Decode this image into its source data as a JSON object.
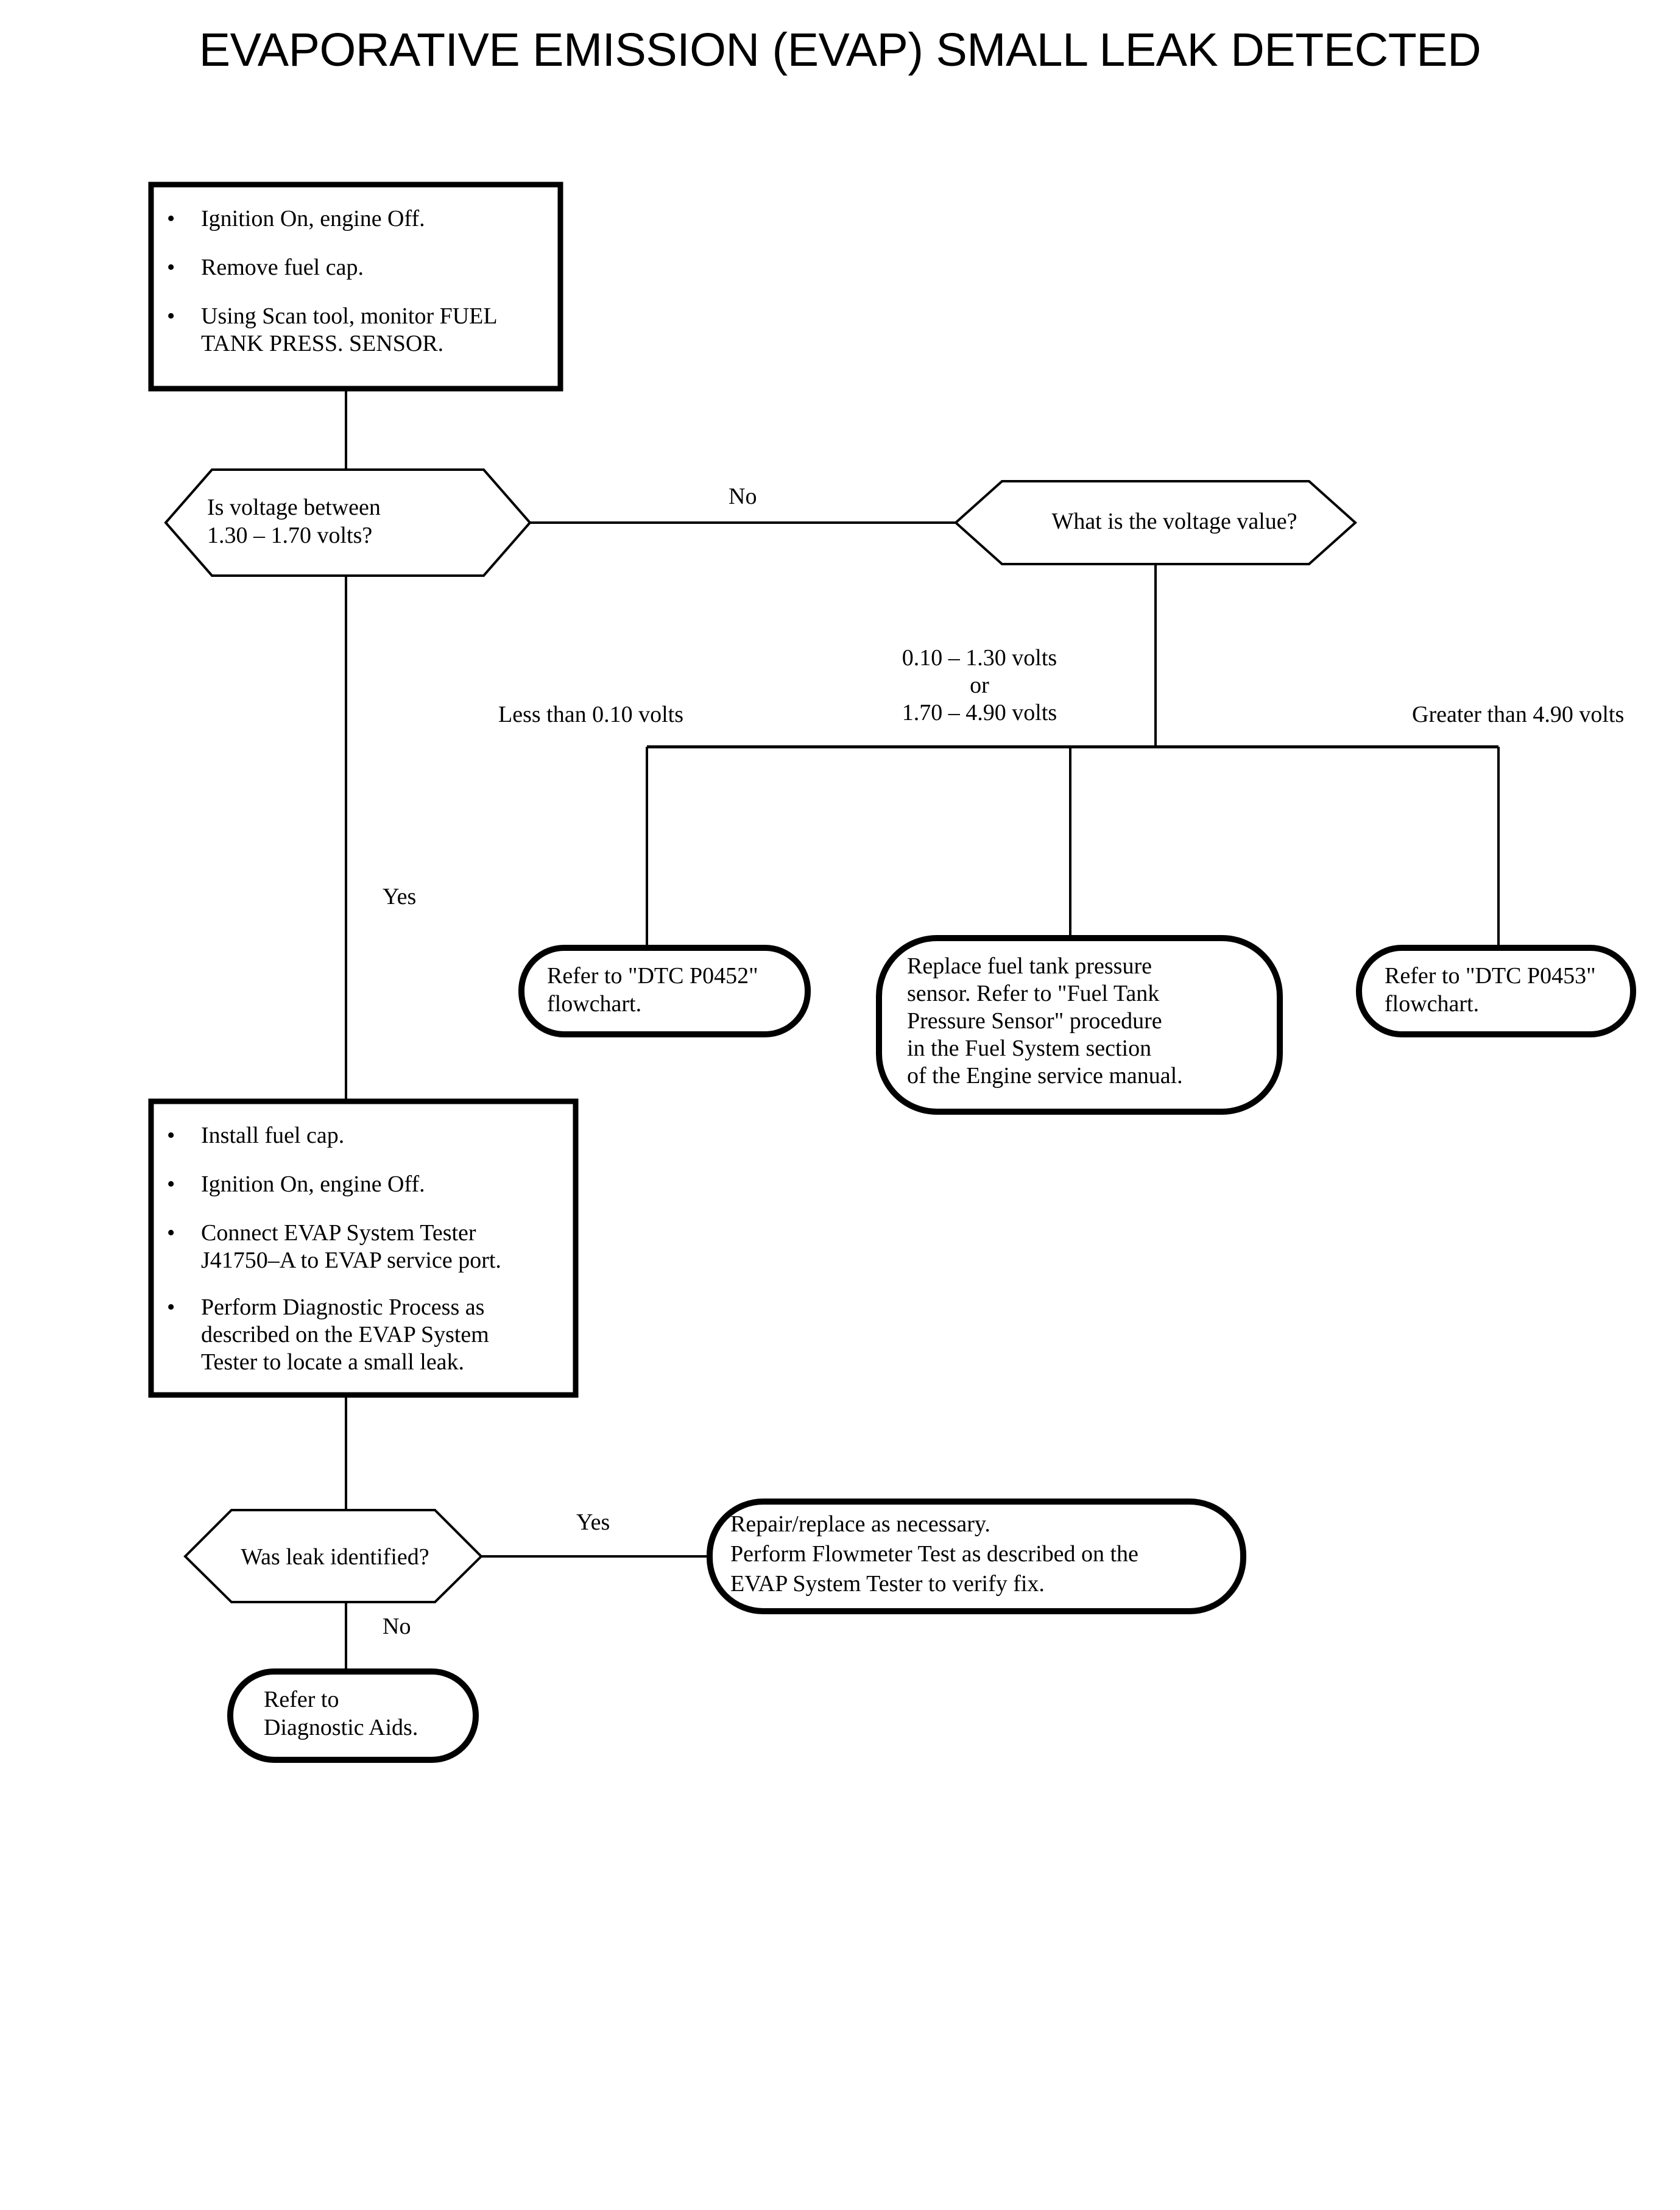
{
  "title": "EVAPORATIVE EMISSION (EVAP) SMALL LEAK DETECTED",
  "colors": {
    "background": "#ffffff",
    "stroke": "#000000",
    "text": "#000000"
  },
  "nodes": {
    "step1": {
      "type": "process",
      "bullets": [
        "Ignition On, engine Off.",
        "Remove fuel cap.",
        "Using Scan tool, monitor FUEL\nTANK PRESS. SENSOR."
      ]
    },
    "decision1": {
      "type": "decision",
      "text": "Is voltage between\n1.30 – 1.70 volts?"
    },
    "decision2": {
      "type": "decision",
      "text": "What is the voltage value?"
    },
    "result_p0452": {
      "type": "terminator",
      "text": "Refer to \"DTC P0452\"\nflowchart."
    },
    "result_replace_sensor": {
      "type": "terminator",
      "text": "Replace fuel tank pressure\nsensor. Refer to \"Fuel Tank\nPressure Sensor\" procedure\nin the Fuel System section\nof the Engine service manual."
    },
    "result_p0453": {
      "type": "terminator",
      "text": "Refer to \"DTC P0453\"\nflowchart."
    },
    "step2": {
      "type": "process",
      "bullets": [
        "Install fuel cap.",
        "Ignition On, engine Off.",
        "Connect EVAP System Tester\nJ41750–A to EVAP service port.",
        "Perform Diagnostic Process as\ndescribed on the EVAP System\nTester to locate a small leak."
      ]
    },
    "decision3": {
      "type": "decision",
      "text": "Was leak identified?"
    },
    "result_repair": {
      "type": "terminator",
      "text": "Repair/replace as necessary.\nPerform Flowmeter Test as described on the\nEVAP System Tester to verify fix."
    },
    "result_diag_aids": {
      "type": "terminator",
      "text": "Refer to\nDiagnostic Aids."
    }
  },
  "edge_labels": {
    "no_to_voltage": "No",
    "yes_down": "Yes",
    "less_than": "Less than 0.10 volts",
    "mid_range": "0.10 – 1.30 volts\nor\n1.70 – 4.90 volts",
    "greater_than": "Greater than 4.90 volts",
    "leak_yes": "Yes",
    "leak_no": "No"
  },
  "bullet_glyph": "•"
}
